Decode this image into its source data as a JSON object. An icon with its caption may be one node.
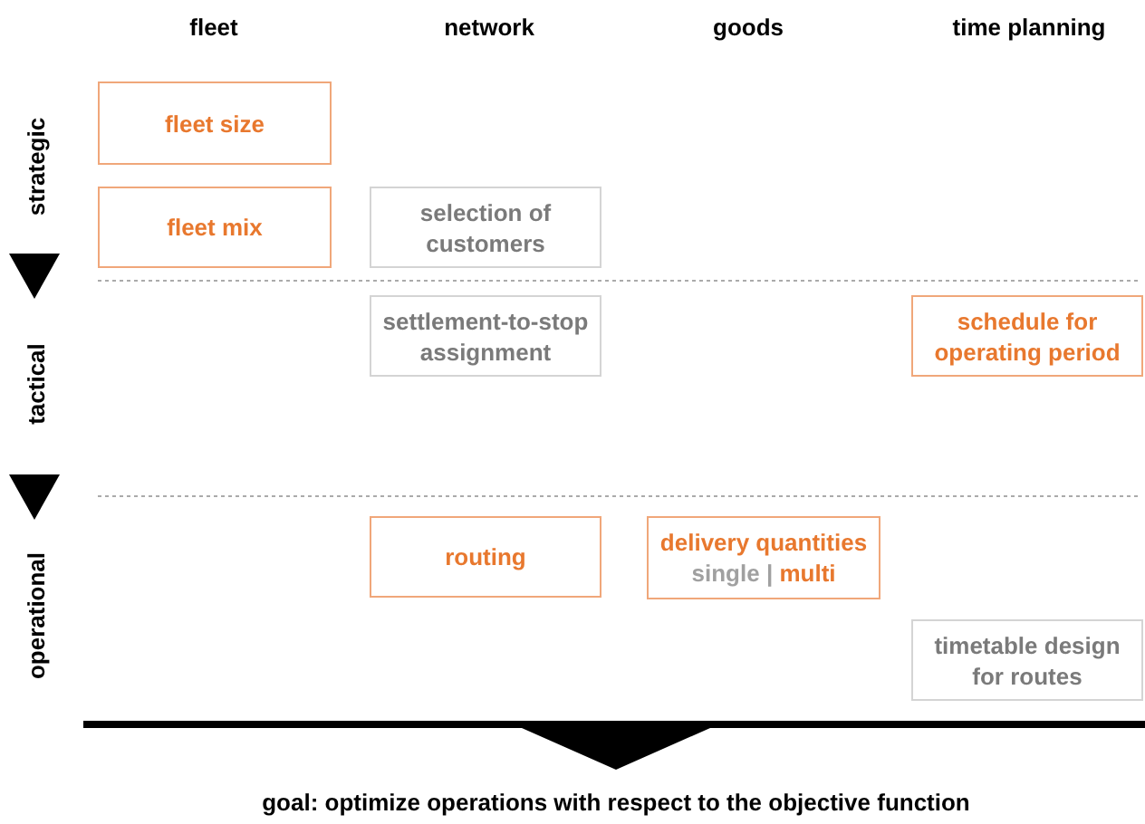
{
  "diagram": {
    "caption": "goal: optimize operations with respect to the objective function",
    "nodes": [
      {
        "text": [
          "fleet size"
        ]
      },
      {
        "text": [
          "fleet mix"
        ]
      },
      {
        "text": [
          "selection of customers"
        ]
      },
      {
        "text": [
          "settlement-to-stop assignment"
        ]
      },
      {
        "text": [
          "schedule for operating period"
        ]
      },
      {
        "text": [
          "routing"
        ]
      },
      {
        "text": [
          "delivery quantities",
          "single | multi"
        ]
      },
      {
        "text": [
          "timetable design for routes"
        ]
      }
    ],
    "labels": [
      "fleet",
      "network",
      "goods",
      "time planning",
      "strategic",
      "tactical",
      "operational"
    ]
  }
}
